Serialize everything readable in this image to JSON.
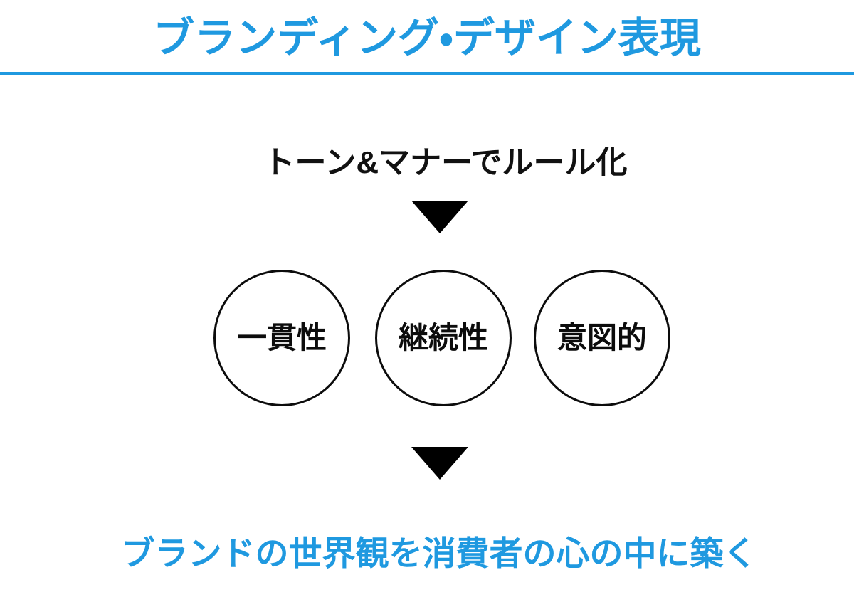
{
  "slide": {
    "title": "ブランディング・デザイン表現",
    "accent_color": "#1f99e0",
    "text_color": "#0c0c0c",
    "background_color": "#ffffff"
  },
  "header": {
    "divider_color": "#1f99e0"
  },
  "body": {
    "section_heading": "トーン&マナーでルール化",
    "arrow_top": "▼",
    "arrow_bottom": "▼",
    "circles": [
      {
        "label": "一貫性"
      },
      {
        "label": "継続性"
      },
      {
        "label": "意図的"
      }
    ],
    "conclusion": "ブランドの世界観を消費者の心の中に築く"
  }
}
